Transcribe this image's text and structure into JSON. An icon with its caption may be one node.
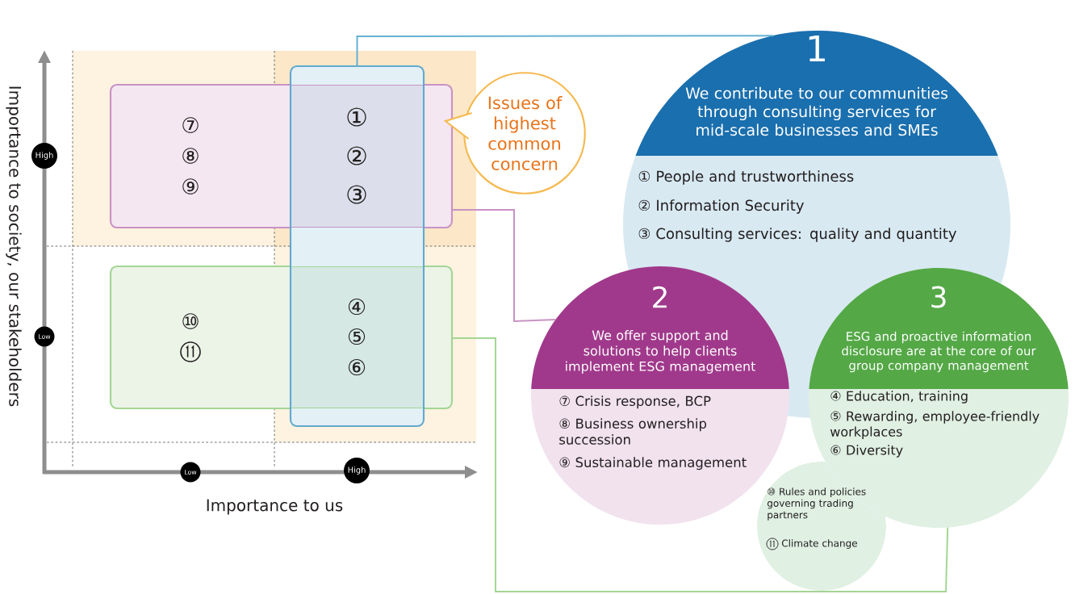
{
  "diagram": {
    "nodes": [
      {
        "text": [],
        "shape": "box"
      },
      {
        "text": [],
        "shape": "box"
      },
      {
        "text": [],
        "shape": "box"
      },
      {
        "text": [
          "Issues of highest common concern"
        ]
      },
      {
        "text": [
          "1",
          "We contribute to our communities through consulting services for mid-scale businesses and SMEs",
          "① People and trustworthiness",
          "② Information Security",
          "③ Consulting services: quality and quantity"
        ]
      },
      {
        "text": [
          "2",
          "We offer support and solutions to help clients implement ESG management",
          "⑦ Crisis response, BCP",
          "⑧ Business ownership succession",
          "⑨ Sustainable management"
        ]
      },
      {
        "text": [
          "3",
          "ESG and proactive information disclosure are at the core of our group company management",
          "④ Education, training",
          "⑤ Rewarding, employee-friendly workplaces",
          "⑥ Diversity"
        ]
      },
      {
        "text": [
          "⑩ Rules and policies governing trading partners",
          "Climate change"
        ]
      }
    ],
    "edges": [
      {
        "from": 2,
        "to": 4,
        "arrow": "none",
        "color": "#64b0d4"
      },
      {
        "from": 0,
        "to": 5,
        "arrow": "none",
        "color": "#c992c4"
      },
      {
        "from": 1,
        "to": 6,
        "arrow": "none",
        "color": "#a4d595"
      }
    ],
    "labels": [
      "Importance to society, our stakeholders",
      "⑦",
      "⑧",
      "⑨",
      "①",
      "②",
      "③",
      "High",
      "⑩",
      "④",
      "⑤",
      "⑥",
      "Low",
      "Low",
      "High",
      "Importance to us"
    ]
  }
}
